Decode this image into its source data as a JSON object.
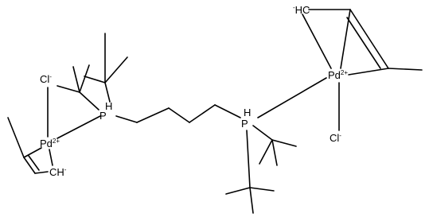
{
  "molecule": {
    "atoms": {
      "cl_left": {
        "symbol": "Cl",
        "charge": "-"
      },
      "pd_left": {
        "symbol": "Pd",
        "charge": "2+"
      },
      "ch_left": {
        "symbol": "CH",
        "charge": "-"
      },
      "p_left": {
        "symbol": "P",
        "hydrogen": "H"
      },
      "p_right": {
        "symbol": "P",
        "hydrogen": "H"
      },
      "hc_right": {
        "symbol": "HC",
        "charge": "-"
      },
      "pd_right": {
        "symbol": "Pd",
        "charge": "2+"
      },
      "cl_right": {
        "symbol": "Cl",
        "charge": "-"
      }
    }
  }
}
